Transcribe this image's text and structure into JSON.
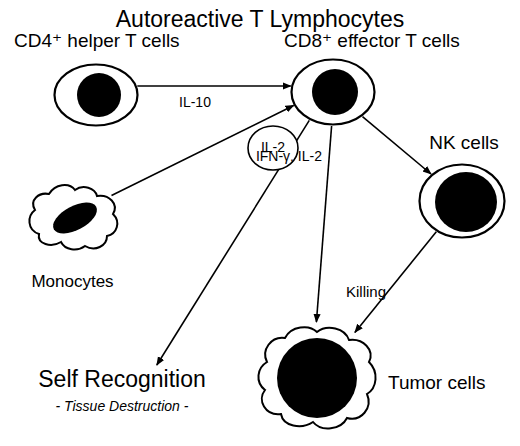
{
  "diagram": {
    "title": "Autoreactive T Lymphocytes",
    "nodes": [
      {
        "text": [
          "CD4⁺ helper T cells"
        ]
      },
      {
        "text": [
          "CD8⁺ effector T cells"
        ]
      },
      {
        "text": [
          "IL-2"
        ]
      },
      {
        "text": [
          "Monocytes"
        ]
      },
      {
        "text": [
          "NK cells"
        ]
      },
      {
        "text": [
          "Self Recognition",
          "- Tissue Destruction -"
        ]
      },
      {
        "text": [
          "Tumor cells"
        ]
      }
    ],
    "edges": [
      {
        "from": 0,
        "to": 1,
        "arrow": "to",
        "label": "IL-10"
      },
      {
        "from": 3,
        "to": 1,
        "arrow": "to"
      },
      {
        "from": 1,
        "to": 5,
        "arrow": "to"
      },
      {
        "from": 1,
        "to": 6,
        "arrow": "to",
        "label": "IFN-γ, IL-2"
      },
      {
        "from": 1,
        "to": 4,
        "arrow": "to"
      },
      {
        "from": 4,
        "to": 6,
        "arrow": "to",
        "label": "Killing"
      }
    ]
  }
}
